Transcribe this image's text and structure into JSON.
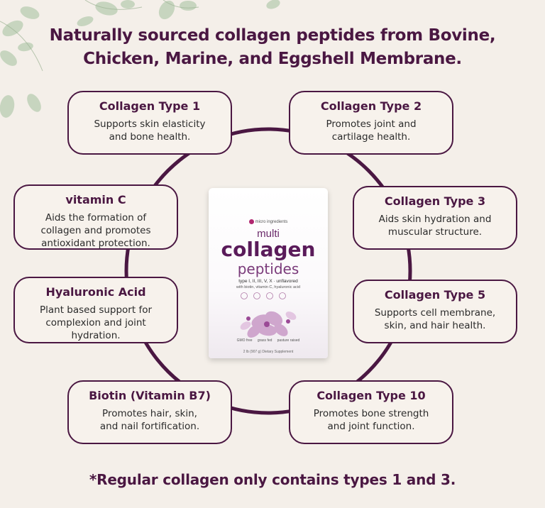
{
  "headline": {
    "line1": "Naturally sourced collagen peptides from Bovine,",
    "line2": "Chicken, Marine, and Eggshell Membrane."
  },
  "cards": {
    "type1": {
      "title": "Collagen Type 1",
      "desc1": "Supports skin elasticity",
      "desc2": "and bone health."
    },
    "type2": {
      "title": "Collagen Type 2",
      "desc1": "Promotes joint and",
      "desc2": "cartilage health."
    },
    "vitc": {
      "title": "vitamin C",
      "desc1": "Aids the formation of",
      "desc2": "collagen and promotes",
      "desc3": "antioxidant protection."
    },
    "type3": {
      "title": "Collagen Type 3",
      "desc1": "Aids skin hydration and",
      "desc2": "muscular structure."
    },
    "hyaluronic": {
      "title": "Hyaluronic Acid",
      "desc1": "Plant based support for",
      "desc2": "complexion and joint",
      "desc3": "hydration."
    },
    "type5": {
      "title": "Collagen Type 5",
      "desc1": "Supports cell membrane,",
      "desc2": "skin, and hair health."
    },
    "biotin": {
      "title": "Biotin (Vitamin B7)",
      "desc1": "Promotes hair, skin,",
      "desc2": "and nail fortification."
    },
    "type10": {
      "title": "Collagen Type 10",
      "desc1": "Promotes bone strength",
      "desc2": "and joint function."
    }
  },
  "package": {
    "brand": "micro ingredients",
    "line1": "multi",
    "line2": "collagen",
    "line3": "peptides",
    "types": "type I, II, III, V, X · unflavored",
    "with": "with biotin, vitamin C, hyaluronic acid",
    "badge1": "GMO free",
    "badge2": "grass fed",
    "badge3": "pasture raised",
    "net": "2 lb (907 g) Dietary Supplement"
  },
  "footnote": "*Regular collagen only contains types 1 and 3.",
  "colors": {
    "accent": "#4a1742",
    "background": "#f4efe9",
    "leaf": "#a8c0a0"
  }
}
